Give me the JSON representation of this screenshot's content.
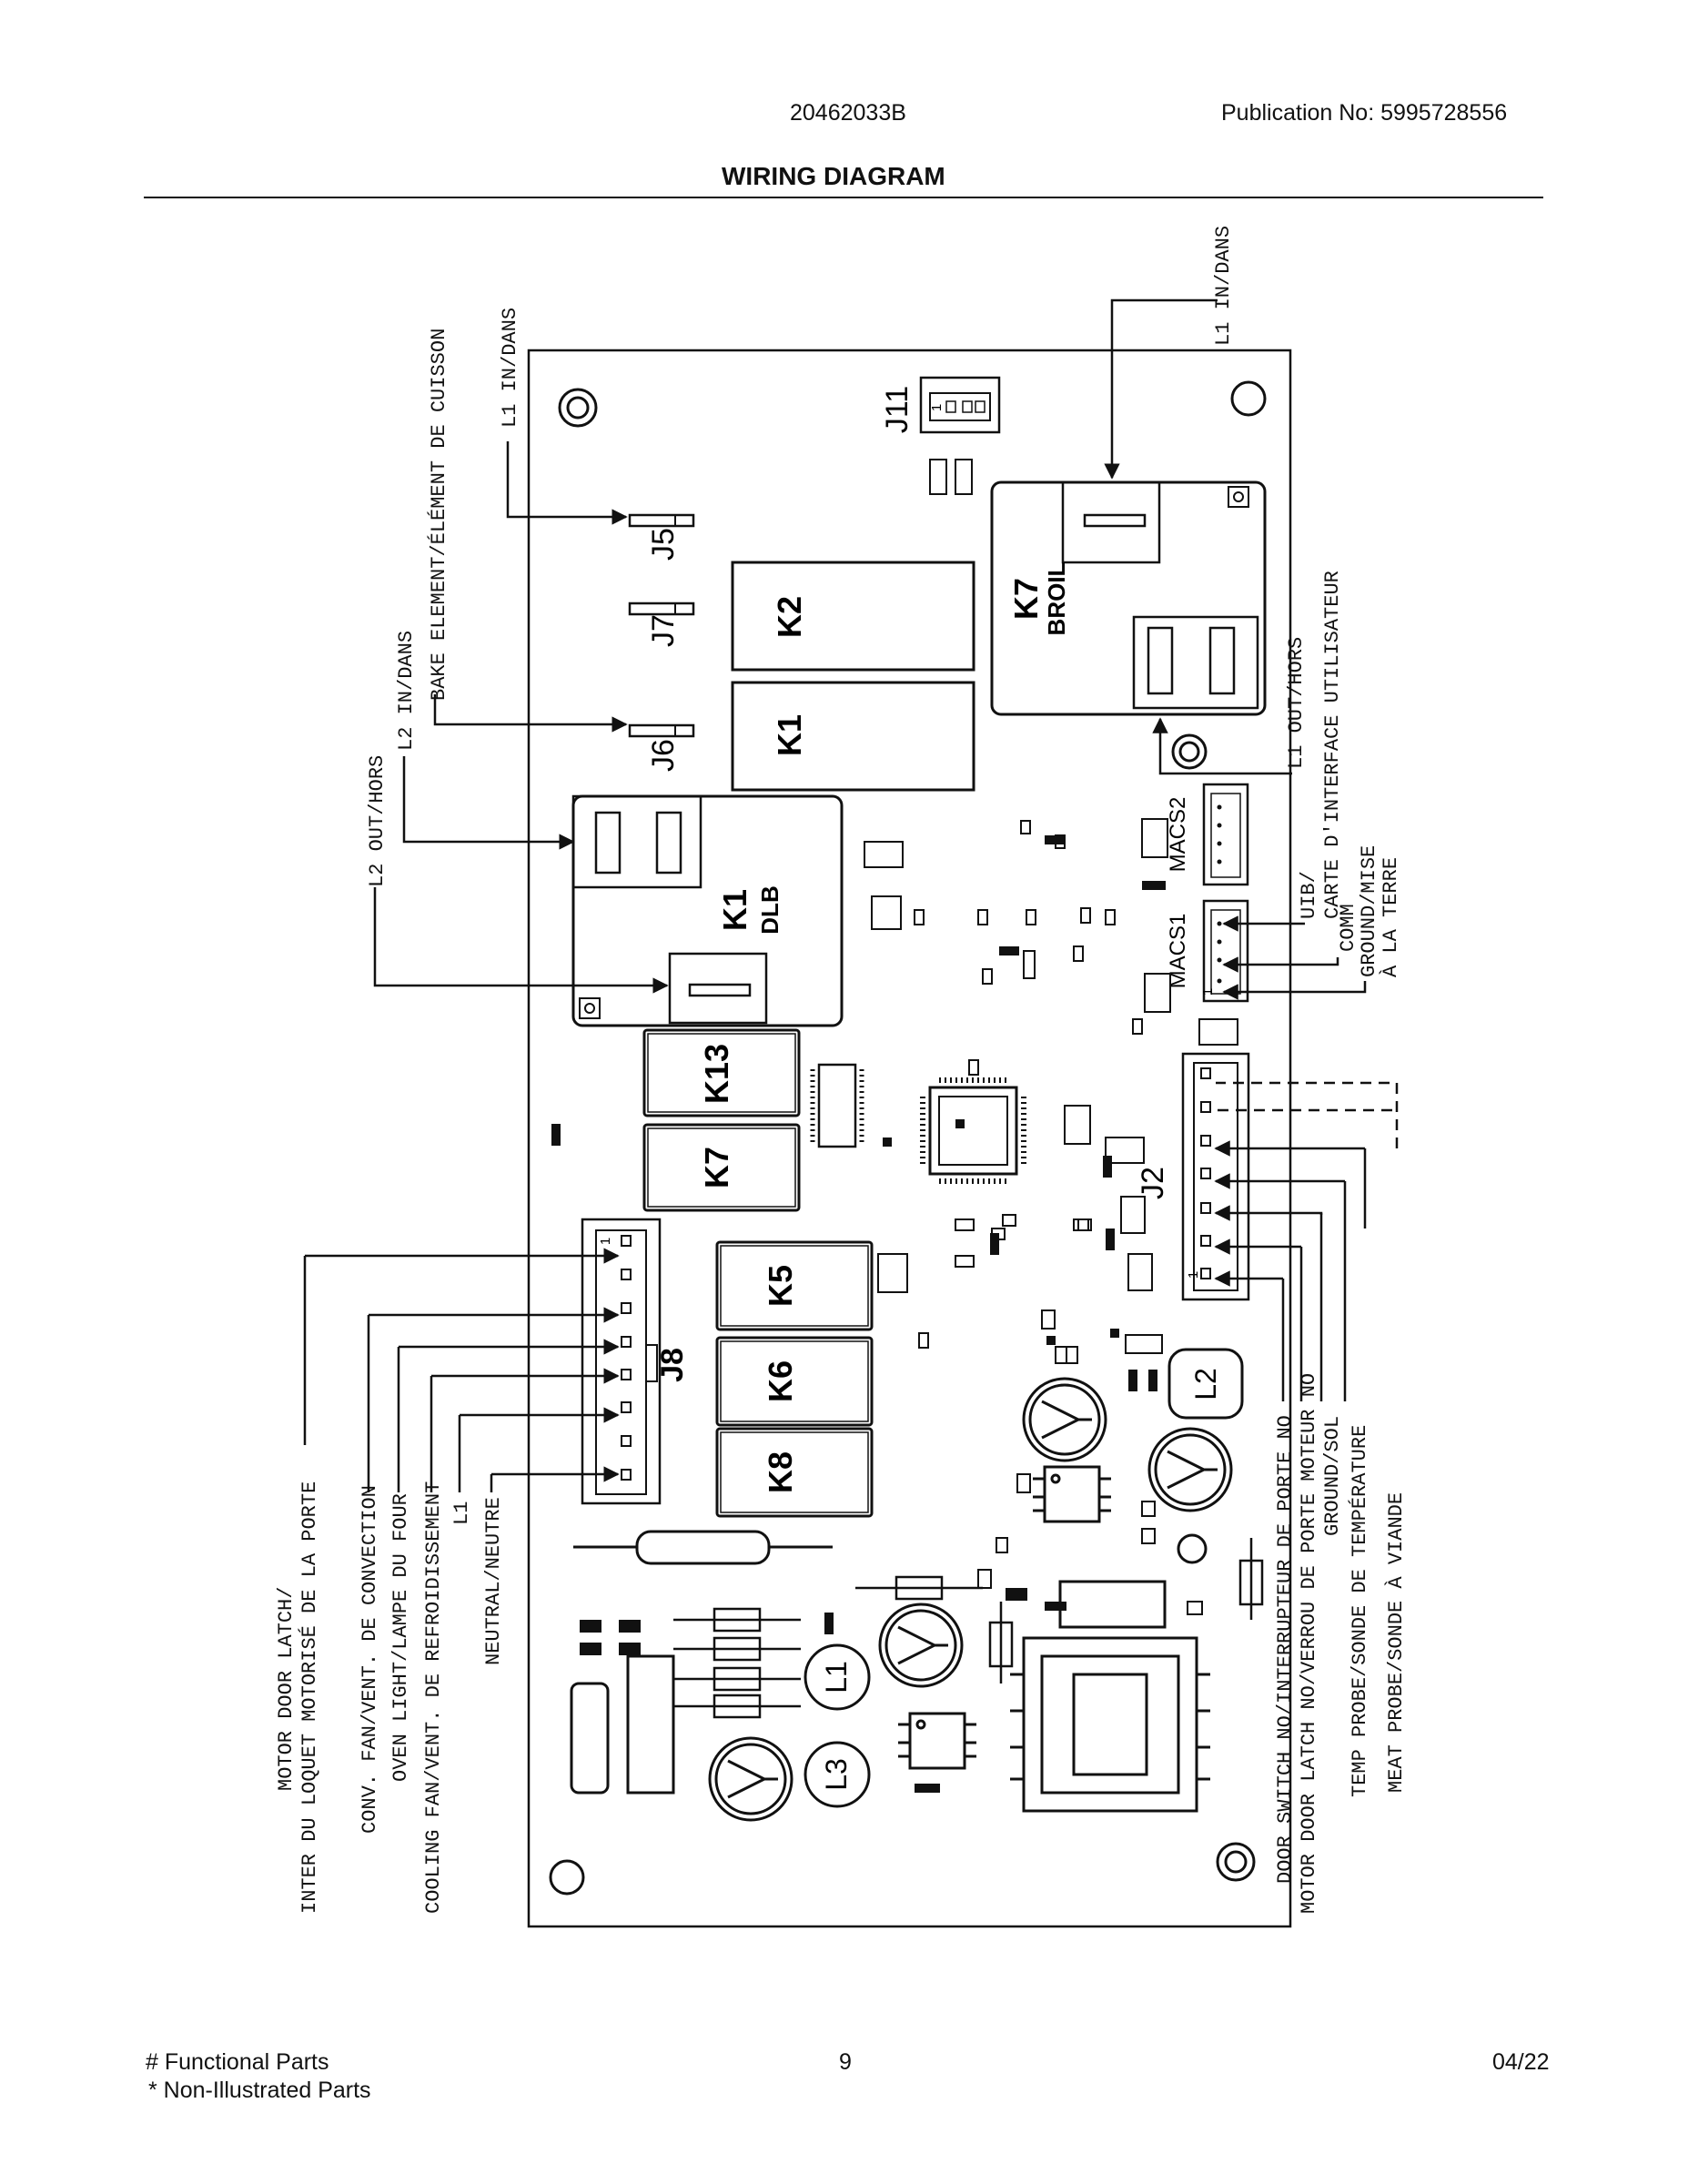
{
  "header": {
    "doc_number": "20462033B",
    "publication": "Publication No:  5995728556",
    "title": "WIRING DIAGRAM"
  },
  "footer": {
    "functional": "# Functional Parts",
    "non_illustrated": "* Non-Illustrated Parts",
    "page": "9",
    "date": "04/22"
  },
  "board": {
    "components": {
      "k2": "K2",
      "k1": "K1",
      "k7": "K7",
      "broil": "BROIL",
      "k1_dlb": "K1",
      "dlb": "DLB",
      "k13": "K13",
      "k7_small": "K7",
      "k5": "K5",
      "k6": "K6",
      "k8": "K8",
      "j5": "J5",
      "j7": "J7",
      "j6": "J6",
      "j11": "J11",
      "j8": "J8",
      "j2": "J2",
      "macs1": "MACS1",
      "macs2": "MACS2",
      "l1": "L1",
      "l2": "L2",
      "l3": "L3"
    },
    "pin_marks": {
      "j11_pin1": "1",
      "j8_pin1": "1",
      "j2_pin1": "1",
      "macs1_pin1": "1"
    }
  },
  "labels": {
    "l1_in_top": "L1 IN/DANS",
    "l1_in_left": "L1 IN/DANS",
    "bake": "BAKE ELEMENT/ÉLÉMENT DE CUISSON",
    "l2_in": "L2 IN/DANS",
    "l2_out": "L2 OUT/HORS",
    "l1_out": "L1 OUT/HORS",
    "uib_1": "UIB/",
    "uib_2": "CARTE D'INTERFACE UTILISATEUR",
    "comm": "COMM",
    "ground_1": "GROUND/MISE",
    "ground_2": "À LA TERRE",
    "motor_latch_1": "MOTOR DOOR LATCH/",
    "motor_latch_2": "INTER DU LOQUET MOTORISÉ DE LA PORTE",
    "conv_fan": "CONV. FAN/VENT. DE CONVECTION",
    "oven_light": "OVEN LIGHT/LAMPE DU FOUR",
    "cooling_fan": "COOLING FAN/VENT. DE REFROIDISSEMENT",
    "l1": "L1",
    "neutral": "NEUTRAL/NEUTRE",
    "door_switch": "DOOR SWITCH NO/INTERRUPTEUR DE PORTE NO",
    "motor_latch_no": "MOTOR DOOR LATCH NO/VERROU DE PORTE MOTEUR NO",
    "ground_sol": "GROUND/SOL",
    "temp_probe": "TEMP PROBE/SONDE DE TEMPÉRATURE",
    "meat_probe": "MEAT PROBE/SONDE À VIANDE"
  }
}
